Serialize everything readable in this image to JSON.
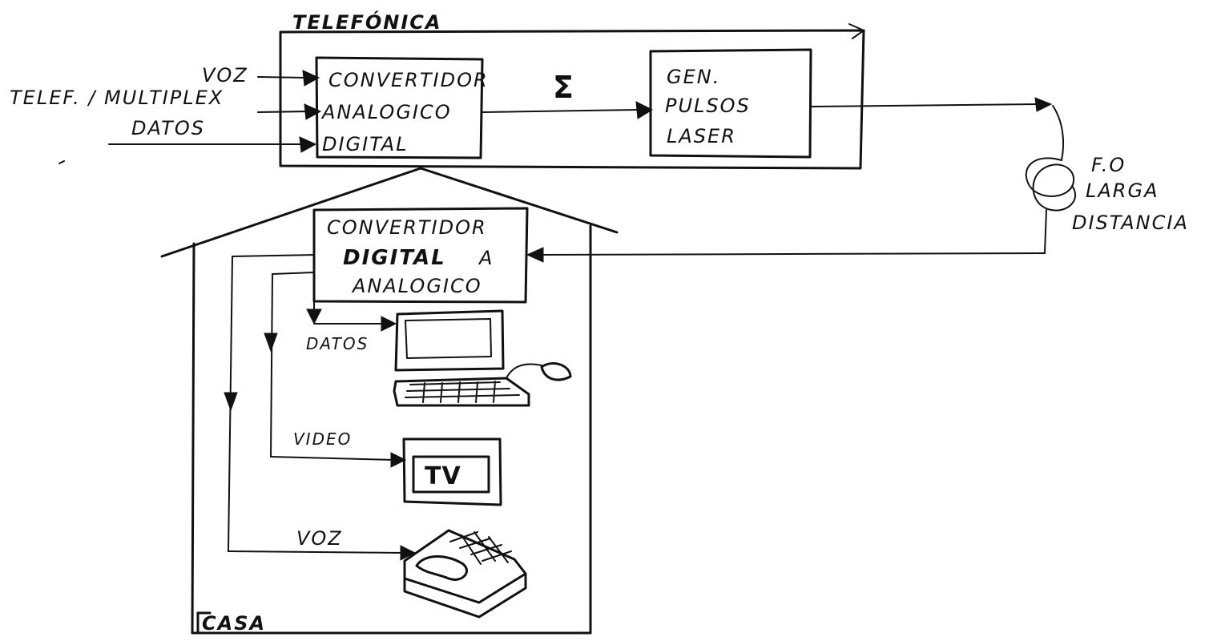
{
  "telefonica": {
    "title": "TELEFÓNICA"
  },
  "inputs": {
    "voz": "VOZ",
    "telef_multiplex": "TELEF. / MULTIPLEX",
    "datos": "DATOS"
  },
  "adc": {
    "line1": "CONVERTIDOR",
    "line2": "ANALOGICO",
    "line3": "DIGITAL"
  },
  "sigma": "Σ",
  "laser": {
    "line1": "GEN.",
    "line2": "PULSOS",
    "line3": "LASER"
  },
  "fiber": {
    "line1": "F.O",
    "line2": "LARGA",
    "line3": "DISTANCIA"
  },
  "dac": {
    "line1": "CONVERTIDOR",
    "line2": "DIGITAL",
    "line2_suffix": "A",
    "line3": "ANALOGICO"
  },
  "outputs": {
    "datos": "DATOS",
    "video": "VIDEO",
    "voz": "VOZ",
    "tv": "TV"
  },
  "casa": {
    "label": "CASA"
  }
}
